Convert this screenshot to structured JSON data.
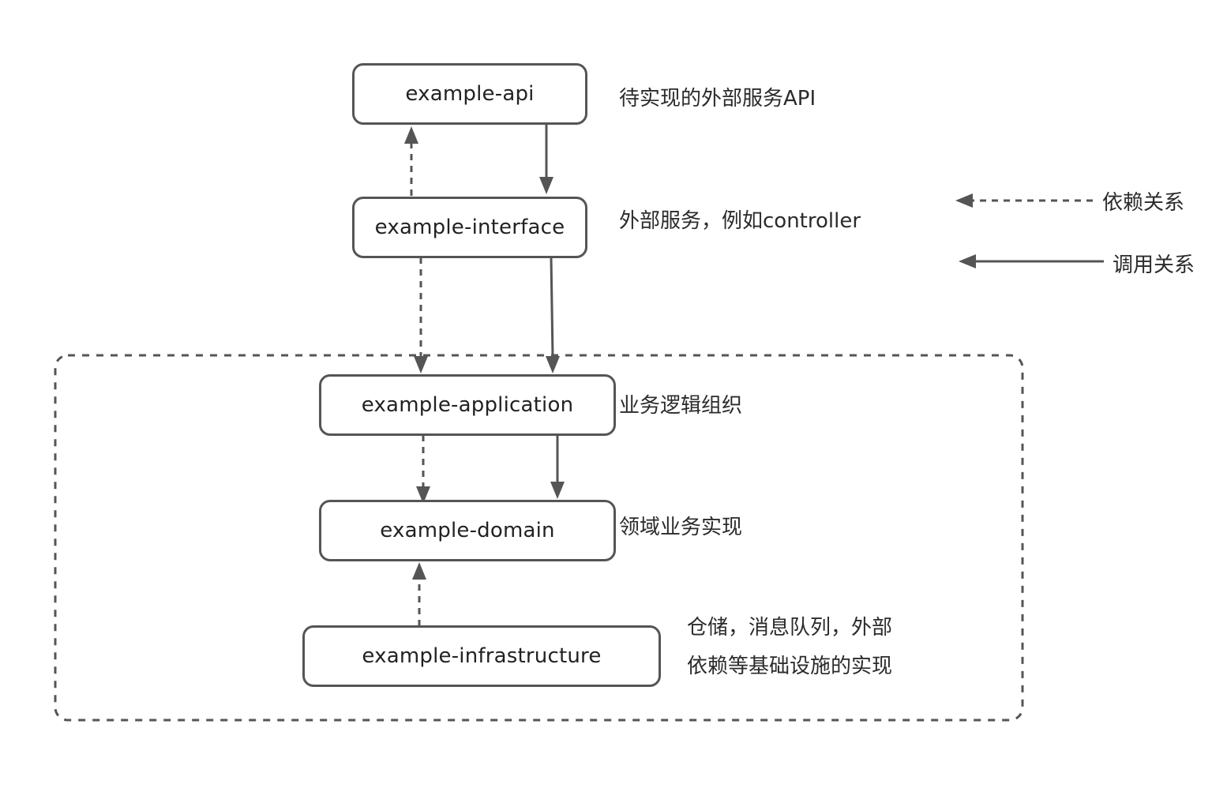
{
  "nodes": {
    "api": "example-api",
    "interface": "example-interface",
    "application": "example-application",
    "domain": "example-domain",
    "infrastructure": "example-infrastructure"
  },
  "notes": {
    "api": "待实现的外部服务API",
    "interface": "外部服务，例如controller",
    "application": "业务逻辑组织",
    "domain": "领域业务实现",
    "infrastructure_line1": "仓储，消息队列，外部",
    "infrastructure_line2": "依赖等基础设施的实现"
  },
  "legend": {
    "dependency": "依赖关系",
    "call": "调用关系"
  },
  "colors": {
    "line": "#555555",
    "text": "#2b2b2b"
  }
}
